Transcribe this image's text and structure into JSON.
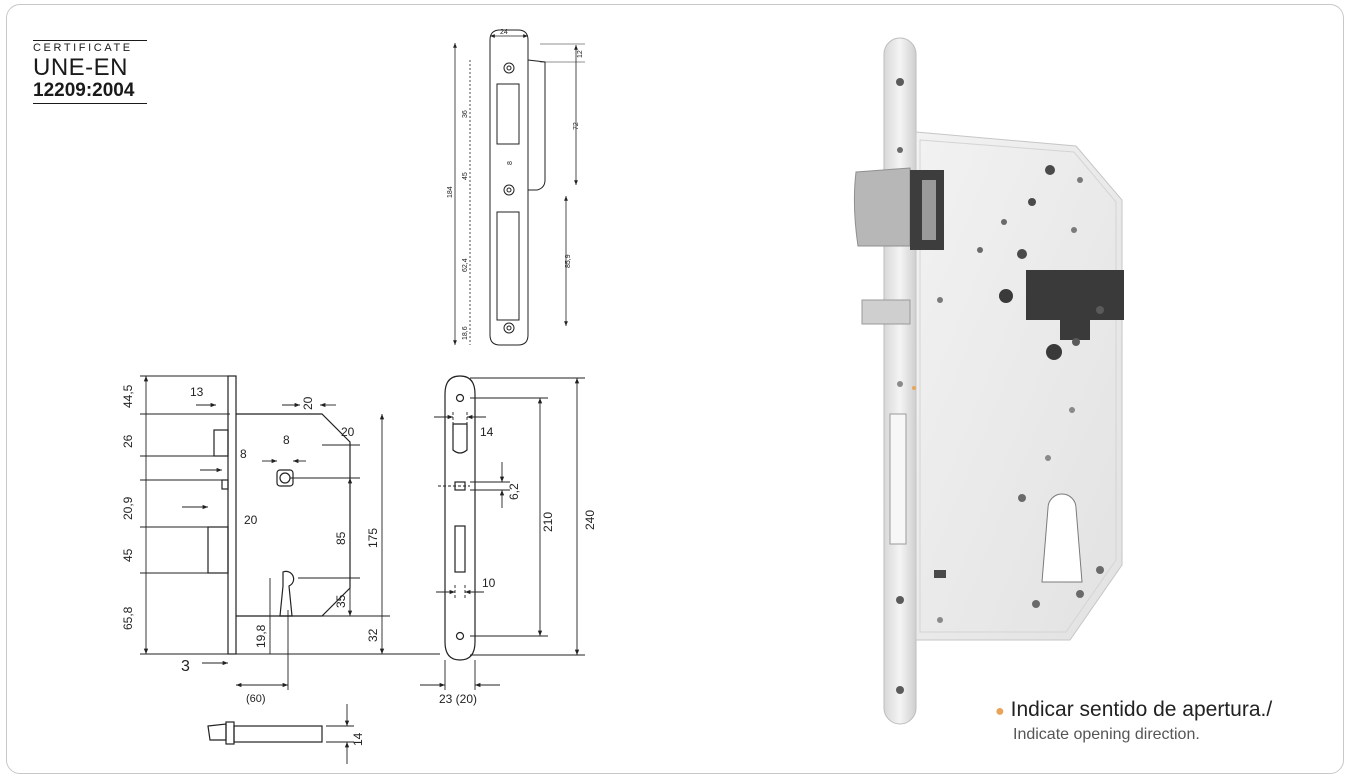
{
  "certificate": {
    "label": "CERTIFICATE",
    "standard": "UNE-EN",
    "code": "12209:2004"
  },
  "strike_plate_dims": {
    "width": "24",
    "top": "12",
    "latch_box": "36",
    "latch_to_edge": "72",
    "gap": "45",
    "total": "184",
    "small": "8",
    "lower_slot": "62,4",
    "lower_to_edge": "85,9",
    "bottom": "18,6"
  },
  "lock_body_dims": {
    "h1": "44,5",
    "h2": "26",
    "h3": "20,9",
    "h4": "45",
    "h5": "65,8",
    "d13": "13",
    "d20a": "20",
    "d20b": "20",
    "d8a": "8",
    "d8b": "8",
    "d20c": "20",
    "d85": "85",
    "d175": "175",
    "d35": "35",
    "d32": "32",
    "d19_8": "19,8",
    "d3": "3",
    "backset": "(60)"
  },
  "faceplate_dims": {
    "d14": "14",
    "d6_2": "6,2",
    "d210": "210",
    "d240": "240",
    "d10": "10",
    "width": "23 (20)"
  },
  "bolt_dims": {
    "d14": "14"
  },
  "note": {
    "spanish": "Indicar sentido de apertura./",
    "english": "Indicate opening direction."
  },
  "colors": {
    "accent": "#e8a55a",
    "line": "#222222",
    "frame": "#c8c8c8"
  }
}
